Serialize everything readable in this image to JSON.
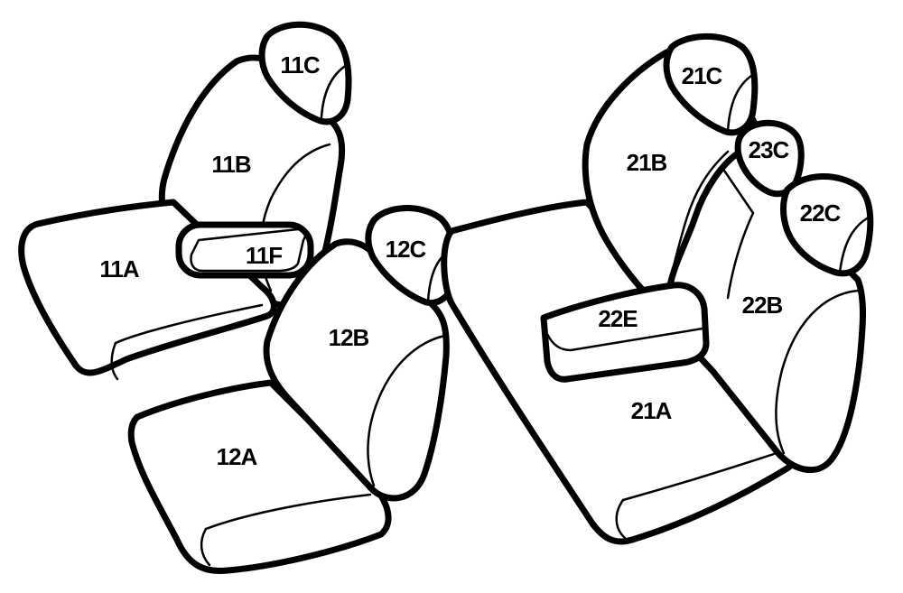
{
  "labels": {
    "p11A": "11A",
    "p11B": "11B",
    "p11C": "11C",
    "p11F": "11F",
    "p12A": "12A",
    "p12B": "12B",
    "p12C": "12C",
    "p21A": "21A",
    "p21B": "21B",
    "p21C": "21C",
    "p22B": "22B",
    "p22C": "22C",
    "p22E": "22E",
    "p23C": "23C"
  }
}
